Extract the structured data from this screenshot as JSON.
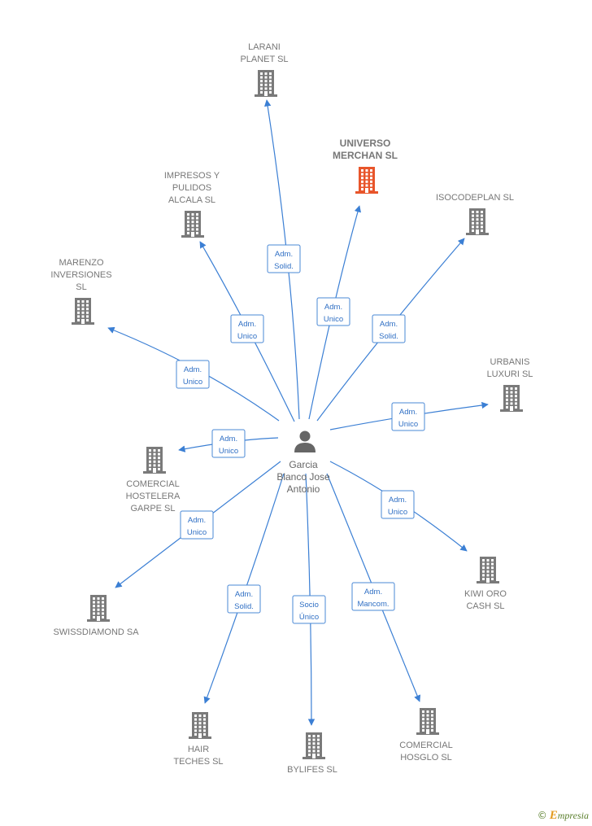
{
  "colors": {
    "building": "#7a7a7a",
    "building_highlight": "#e8552b",
    "person": "#666666",
    "edge": "#3b7fd4",
    "edge_text": "#2f6fc4"
  },
  "center": {
    "name_lines": [
      "Garcia",
      "Blanco Jose",
      "Antonio"
    ],
    "icon": "person-icon"
  },
  "nodes": [
    {
      "id": "larani",
      "label_lines": [
        "LARANI",
        "PLANET SL"
      ],
      "icon": "building-icon",
      "highlight": false
    },
    {
      "id": "universo",
      "label_lines": [
        "UNIVERSO",
        "MERCHAN SL"
      ],
      "icon": "building-icon",
      "highlight": true
    },
    {
      "id": "impresos",
      "label_lines": [
        "IMPRESOS Y",
        "PULIDOS",
        "ALCALA SL"
      ],
      "icon": "building-icon",
      "highlight": false
    },
    {
      "id": "isocodeplan",
      "label_lines": [
        "ISOCODEPLAN SL"
      ],
      "icon": "building-icon",
      "highlight": false
    },
    {
      "id": "marenzo",
      "label_lines": [
        "MARENZO",
        "INVERSIONES",
        "SL"
      ],
      "icon": "building-icon",
      "highlight": false
    },
    {
      "id": "urbanis",
      "label_lines": [
        "URBANIS",
        "LUXURI SL"
      ],
      "icon": "building-icon",
      "highlight": false
    },
    {
      "id": "comercial_hostelera",
      "label_lines": [
        "COMERCIAL",
        "HOSTELERA",
        "GARPE SL"
      ],
      "icon": "building-icon",
      "highlight": false
    },
    {
      "id": "kiwi",
      "label_lines": [
        "KIWI ORO",
        "CASH SL"
      ],
      "icon": "building-icon",
      "highlight": false
    },
    {
      "id": "swissdiamond",
      "label_lines": [
        "SWISSDIAMOND SA"
      ],
      "icon": "building-icon",
      "highlight": false
    },
    {
      "id": "hair",
      "label_lines": [
        "HAIR",
        "TECHES SL"
      ],
      "icon": "building-icon",
      "highlight": false
    },
    {
      "id": "bylifes",
      "label_lines": [
        "BYLIFES SL"
      ],
      "icon": "building-icon",
      "highlight": false
    },
    {
      "id": "hosglo",
      "label_lines": [
        "COMERCIAL",
        "HOSGLO SL"
      ],
      "icon": "building-icon",
      "highlight": false
    }
  ],
  "edges": [
    {
      "to": "larani",
      "label_lines": [
        "Adm.",
        "Solid."
      ]
    },
    {
      "to": "universo",
      "label_lines": [
        "Adm.",
        "Unico"
      ]
    },
    {
      "to": "impresos",
      "label_lines": [
        "Adm.",
        "Unico"
      ]
    },
    {
      "to": "isocodeplan",
      "label_lines": [
        "Adm.",
        "Solid."
      ]
    },
    {
      "to": "marenzo",
      "label_lines": [
        "Adm.",
        "Unico"
      ]
    },
    {
      "to": "urbanis",
      "label_lines": [
        "Adm.",
        "Unico"
      ]
    },
    {
      "to": "comercial_hostelera",
      "label_lines": [
        "Adm.",
        "Unico"
      ]
    },
    {
      "to": "kiwi",
      "label_lines": [
        "Adm.",
        "Unico"
      ]
    },
    {
      "to": "swissdiamond",
      "label_lines": [
        "Adm.",
        "Unico"
      ]
    },
    {
      "to": "hair",
      "label_lines": [
        "Adm.",
        "Solid."
      ]
    },
    {
      "to": "bylifes",
      "label_lines": [
        "Socio",
        "Único"
      ]
    },
    {
      "to": "hosglo",
      "label_lines": [
        "Adm.",
        "Mancom."
      ]
    }
  ],
  "footer": {
    "copyright_symbol": "©",
    "brand_initial": "E",
    "brand_rest": "mpresia"
  }
}
